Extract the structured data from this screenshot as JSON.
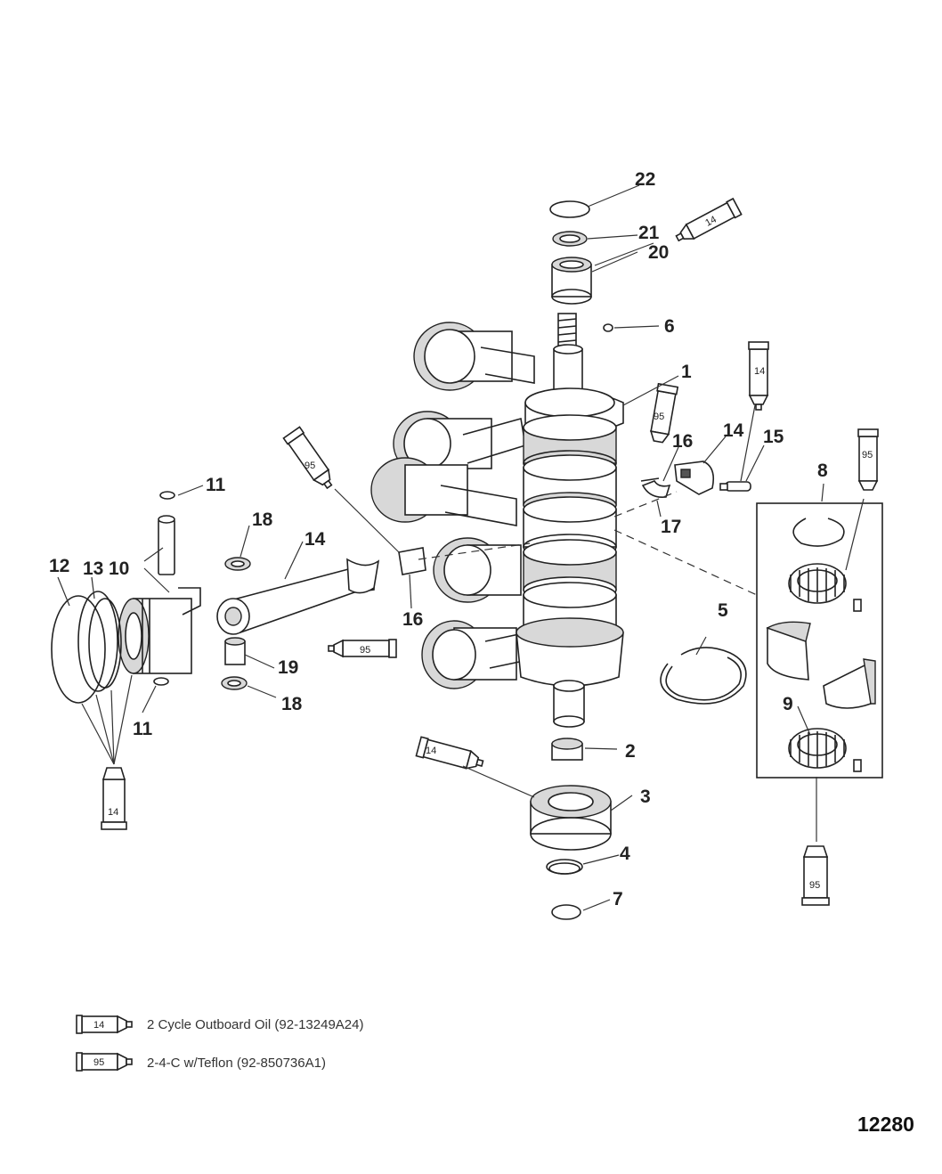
{
  "callouts": {
    "c1": "1",
    "c2": "2",
    "c3": "3",
    "c4": "4",
    "c5": "5",
    "c6": "6",
    "c7": "7",
    "c8": "8",
    "c9": "9",
    "c10": "10",
    "c11a": "11",
    "c11b": "11",
    "c12": "12",
    "c13": "13",
    "c14a": "14",
    "c14b": "14",
    "c15": "15",
    "c16a": "16",
    "c16b": "16",
    "c17": "17",
    "c18a": "18",
    "c18b": "18",
    "c19": "19",
    "c20": "20",
    "c21": "21",
    "c22": "22"
  },
  "tubes": {
    "t_top14": "14",
    "t_95_bearing": "95",
    "t_14_rod": "14",
    "t_95_bushing": "95",
    "t_95_rod": "95",
    "t_95_kit": "95",
    "t_14_piston": "14",
    "t_14_bottom": "14",
    "t_95_bottom": "95"
  },
  "legend": [
    {
      "code": "14",
      "text": "2 Cycle Outboard Oil (92-13249A24)"
    },
    {
      "code": "95",
      "text": "2-4-C w/Teflon (92-850736A1)"
    }
  ],
  "reference_number": "12280",
  "colors": {
    "line": "#222222",
    "shade": "#d8d8d8",
    "background": "#ffffff"
  }
}
